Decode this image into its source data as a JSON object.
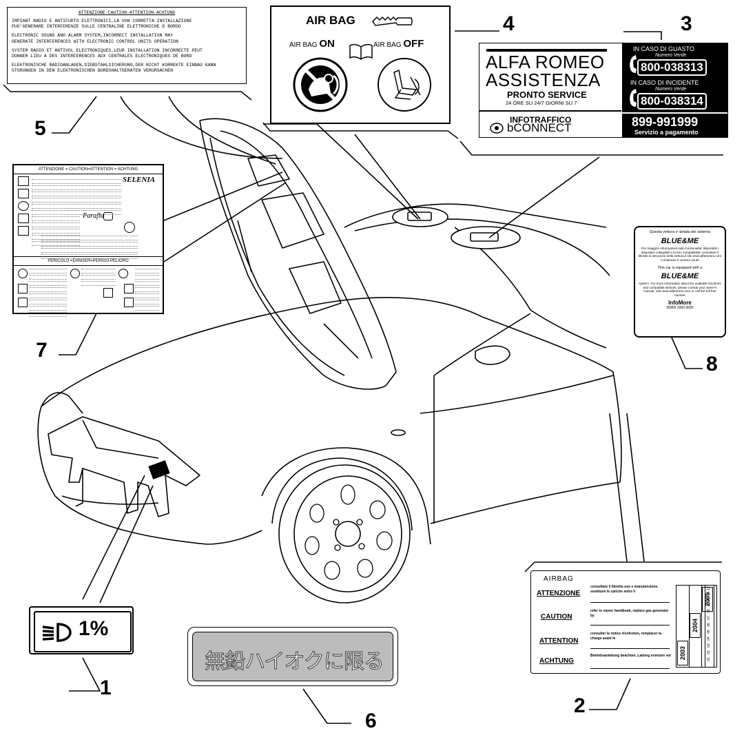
{
  "callouts": {
    "n1": "1",
    "n2": "2",
    "n3": "3",
    "n4": "4",
    "n5": "5",
    "n6": "6",
    "n7": "7",
    "n8": "8"
  },
  "label5": {
    "heading": "ATTENZIONE-CAUTION-ATTENTION-ACHTUNG",
    "lines": [
      "IMPIANT RADIO E ANTIFURTO ELETTRONICI,LA VON CORRETTA INSTALLAZIONE",
      "PUO'GENERARE INTERFERENZE SULLE CENTRALINE ELETTRONICHE D BORDO",
      "ELECTRONIC SOUND AND ALARM SYSTEM,INCORRECT INSTALLATION MAY",
      "GENERATE INTERFERENCES WITH ELECTRONIC CONTROL UNITS OPERATION",
      "SYSTEM RADIO ET ANTIVOL ELECTRONIQUES,LEUR INSTALLATION INCORRECTE PEUT",
      "DONNER LIEU A DES INTERFERENCES AUX CENTRALES ELECTRONIQUES DE BORD",
      "ELEKTRONISCHE RADIOANLAGEN,DIEBSTAHLSICHERUNG,DER NICHT KORREKTE EINBAU KANN",
      "STORUNGEN IN DEN ELEKTRONISCHEN BORDSHALTGERATEN VERURSACHEN"
    ]
  },
  "label4": {
    "title": "AIR BAG",
    "on_prefix": "AIR BAG",
    "on_word": "ON",
    "off_prefix": "AIR BAG",
    "off_word": "OFF"
  },
  "label3": {
    "line1": "ALFA ROMEO",
    "line2": "ASSISTENZA",
    "line3": "PRONTO SERVICE",
    "line4": "24 ORE SU 24/7 GIORNI SU 7",
    "info1": "INFOTRAFFICO",
    "info2": "bCONNECT",
    "guasto": "IN CASO DI GUASTO",
    "verde1": "Numero Verde",
    "phone1": "800-038313",
    "incidente": "IN CASO DI INCIDENTE",
    "verde2": "Numero Verde",
    "phone2": "800-038314",
    "paid_number": "899-991999",
    "paid_note": "Servizio a pagamento"
  },
  "label7": {
    "heading": "ATTENZIONE = CAUTION=ATTENTION = ACHTUNG",
    "brand": "SELENIA",
    "product": "Paraflu",
    "heading2": "PERICOLO =DANGER=PERIGO-PELIGRO"
  },
  "label8": {
    "line1": "Questa vettura e' dotata del sistema",
    "brand": "BLUE&ME",
    "it_text": "Per maggiori informazioni sulle funzionalita' disponibili i dispositivi collegabili e la loro compatibilita' consultare il libretto di istruzione della vettura,il sito www.alfaromeo.com o chiamare il numero verde",
    "line2": "This car is equipped with a",
    "en_text": "system. For more information about the available functions and compatible devices, please consult your owner's manual, visit www.alfaromeo.com or call the toll free number",
    "infomore": "InfoMore",
    "code": "00800 2000 0000"
  },
  "label1": {
    "value": "1%"
  },
  "label6": {
    "text": "無鉛ハイオクに限る"
  },
  "label2": {
    "title": "AIRBAG",
    "rows": [
      {
        "label": "ATTENZIONE",
        "text": "consultare il libretto uso e manutenzione, sostituire le cariche entro il"
      },
      {
        "label": "CAUTION",
        "text": "refer to owner handbook, replace gas generator by"
      },
      {
        "label": "ATTENTION",
        "text": "consulter la notice d'entretien, remplacer la charge avant le"
      },
      {
        "label": "ACHTUNG",
        "text": "Betriebsanleitung beachten, Ladung ersetzen vor"
      }
    ],
    "years": [
      "2003",
      "2004",
      "2005"
    ],
    "months": [
      "01",
      "02",
      "03",
      "04",
      "05",
      "06",
      "07",
      "08",
      "09",
      "10",
      "11",
      "12"
    ]
  }
}
